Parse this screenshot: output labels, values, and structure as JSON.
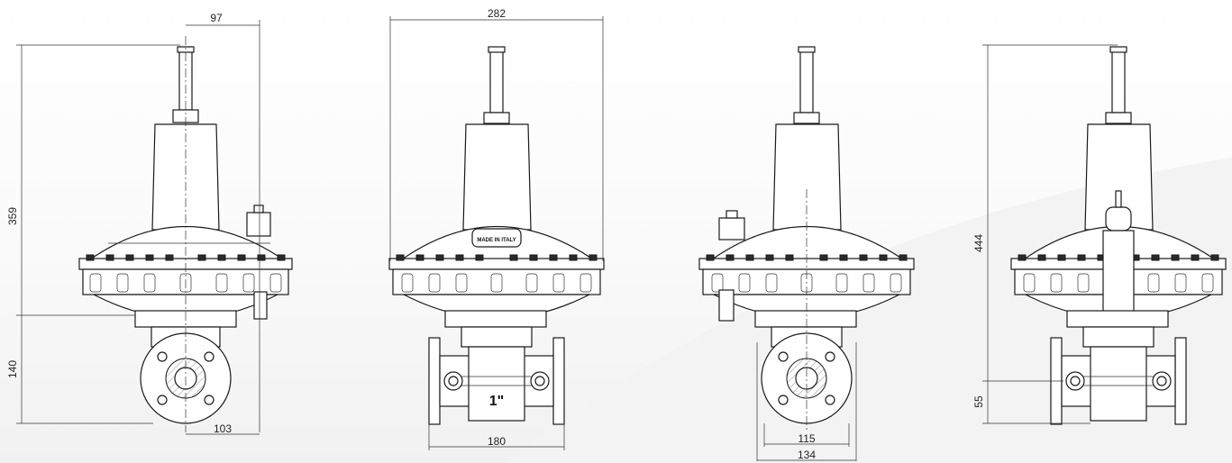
{
  "views": [
    {
      "dims": [
        "97",
        "359",
        "140",
        "103"
      ]
    },
    {
      "dims": [
        "282",
        "180"
      ],
      "logo_text": "MADE IN ITALY",
      "size_label": "1\""
    },
    {
      "dims": [
        "115",
        "134"
      ]
    },
    {
      "dims": [
        "444",
        "55"
      ]
    }
  ]
}
